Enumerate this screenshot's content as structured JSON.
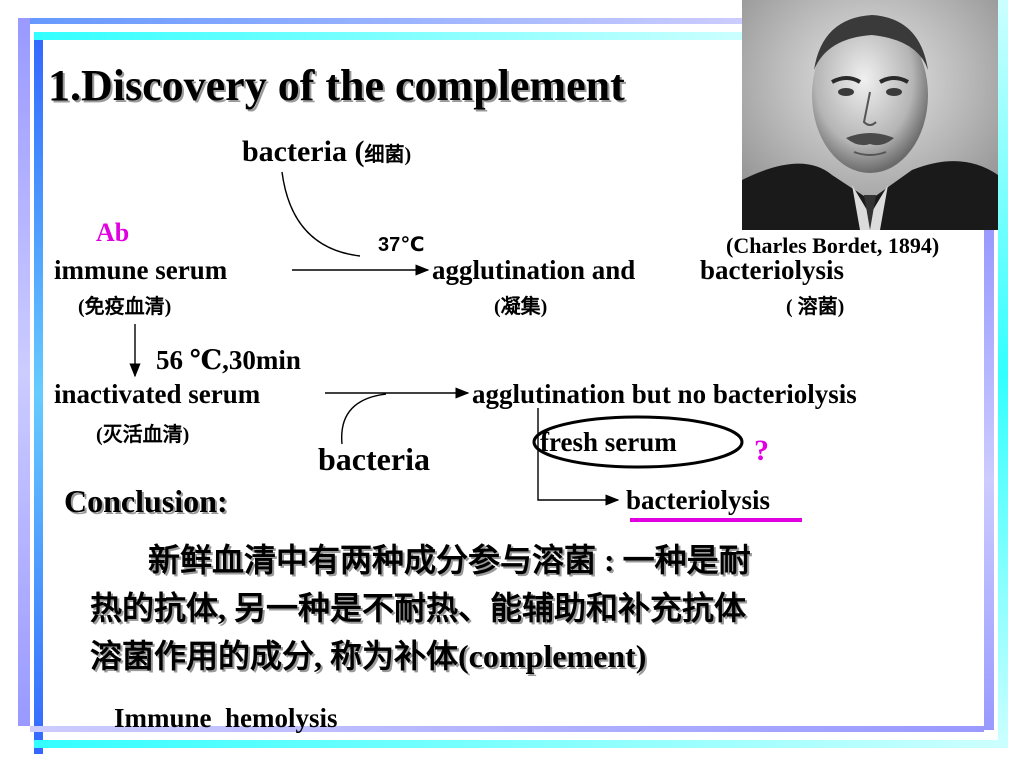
{
  "slide": {
    "title": "1.Discovery of the complement",
    "caption": "(Charles Bordet, 1894)"
  },
  "diagram": {
    "bacteria_top": "bacteria (",
    "bacteria_top_cn": "细菌",
    "bacteria_top_close": ")",
    "ab_label": "Ab",
    "temp_label": "37℃",
    "immune_serum": "immune serum",
    "immune_serum_cn": "(免疫血清)",
    "agglutination_and": "agglutination and",
    "bacteriolysis_1": "bacteriolysis",
    "agglutination_cn": "(凝集)",
    "bacteriolysis_cn": "( 溶菌)",
    "heat_label": "56 ℃,30min",
    "inactivated_serum": "inactivated serum",
    "inactivated_serum_cn": "(灭活血清)",
    "agglutination_but_no": "agglutination but no bacteriolysis",
    "bacteria_mid": "bacteria",
    "fresh_serum": "fresh serum",
    "question_mark": "?",
    "bacteriolysis_2": "bacteriolysis"
  },
  "conclusion": {
    "heading": "Conclusion:",
    "line1": "新鲜血清中有两种成分参与溶菌 : 一种是耐",
    "line2": "热的抗体, 另一种是不耐热、能辅助和补充抗体",
    "line3": "溶菌作用的成分, 称为补体(complement)"
  },
  "footer": {
    "text": "Immune  hemolysis"
  },
  "colors": {
    "accent_magenta": "#e000e0",
    "bar_blue": "#3366ff",
    "bar_cyan": "#33ffff",
    "bar_lavender": "#9999ff"
  }
}
